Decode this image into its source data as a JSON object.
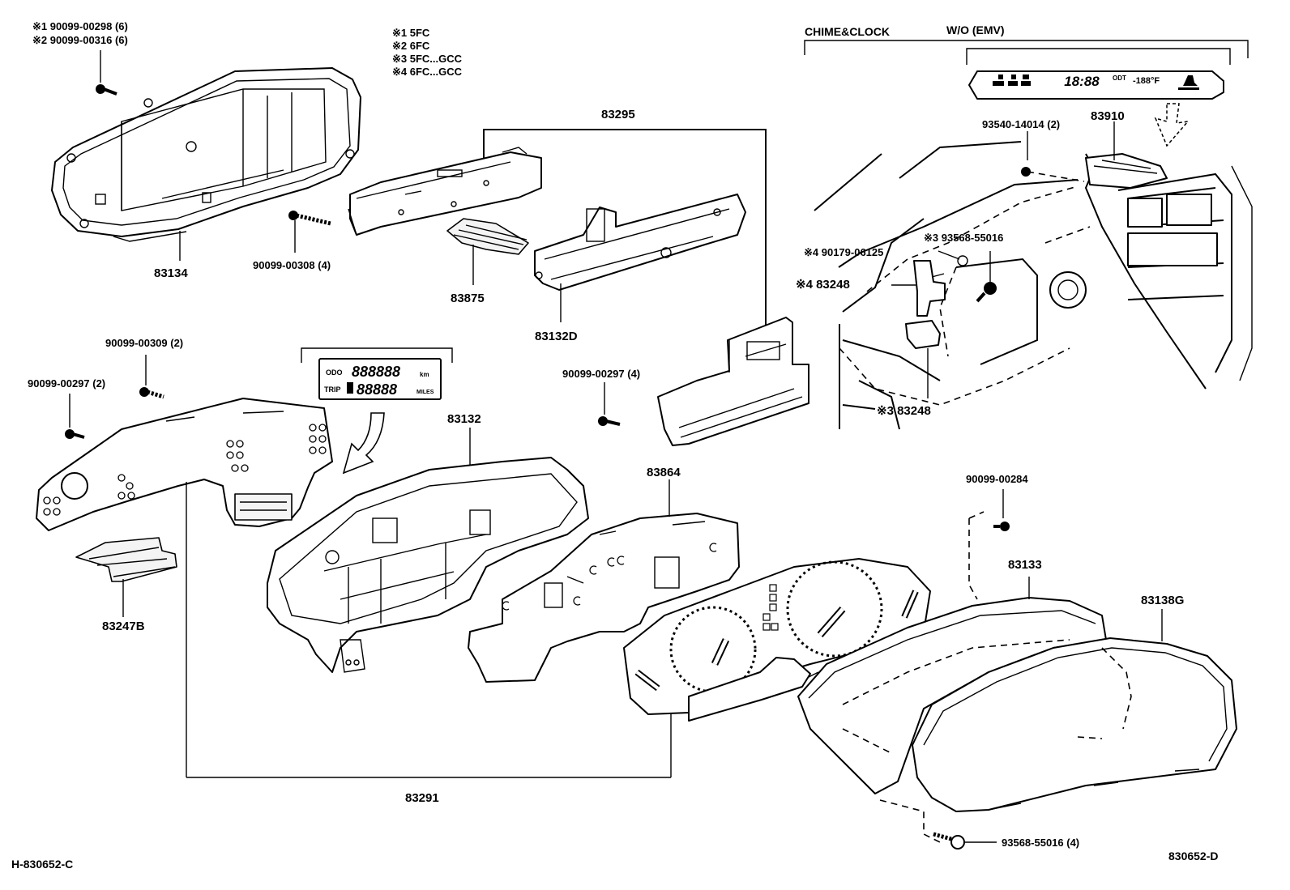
{
  "notes": {
    "n1": "※1 5FC",
    "n2": "※2 6FC",
    "n3": "※3 5FC...GCC",
    "n4": "※4 6FC...GCC"
  },
  "screw_top": {
    "a": "※1 90099-00298 (6)",
    "b": "※2 90099-00316 (6)"
  },
  "header": {
    "chime": "CHIME&CLOCK",
    "wo": "W/O (EMV)"
  },
  "clock_display": {
    "time": "18:88",
    "temp": "-188°F",
    "left": "ODT"
  },
  "odometer": {
    "odo_label": "ODO",
    "odo_digits": "888888",
    "odo_unit": "km",
    "trip_label": "TRIP",
    "trip_digits": "88888",
    "trip_unit": "MILES"
  },
  "parts": [
    {
      "id": "p83134",
      "label": "83134"
    },
    {
      "id": "p90099_00308",
      "label": "90099-00308 (4)"
    },
    {
      "id": "p83295",
      "label": "83295"
    },
    {
      "id": "p83875",
      "label": "83875"
    },
    {
      "id": "p83132D",
      "label": "83132D"
    },
    {
      "id": "p93540",
      "label": "93540-14014 (2)"
    },
    {
      "id": "p83910",
      "label": "83910"
    },
    {
      "id": "p90179",
      "label": "※4 90179-06125"
    },
    {
      "id": "p93568a",
      "label": "※3 93568-55016"
    },
    {
      "id": "p83248a",
      "label": "※4 83248"
    },
    {
      "id": "p83248b",
      "label": "※3 83248"
    },
    {
      "id": "p90099_00309",
      "label": "90099-00309 (2)"
    },
    {
      "id": "p90099_00297a",
      "label": "90099-00297 (2)"
    },
    {
      "id": "p90099_00297b",
      "label": "90099-00297 (4)"
    },
    {
      "id": "p83132",
      "label": "83132"
    },
    {
      "id": "p83864",
      "label": "83864"
    },
    {
      "id": "p90099_00284",
      "label": "90099-00284"
    },
    {
      "id": "p83133",
      "label": "83133"
    },
    {
      "id": "p83138G",
      "label": "83138G"
    },
    {
      "id": "p83247B",
      "label": "83247B"
    },
    {
      "id": "p83291",
      "label": "83291"
    },
    {
      "id": "p93568b",
      "label": "93568-55016 (4)"
    }
  ],
  "footer": {
    "left": "H-830652-C",
    "right": "830652-D"
  }
}
